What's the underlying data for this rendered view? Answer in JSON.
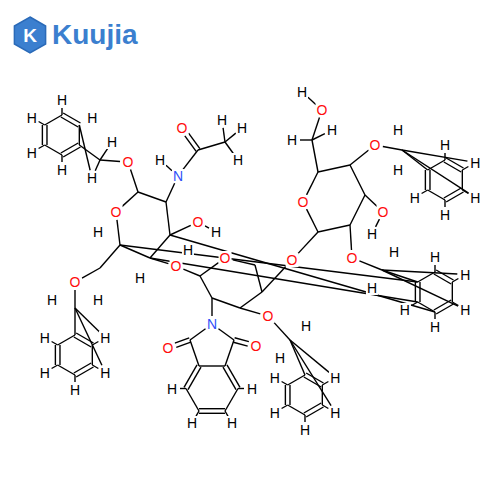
{
  "diagram": {
    "labels": [
      "K",
      "Kuujia",
      "H",
      "H",
      "H",
      "H",
      "H",
      "H",
      "H",
      "O",
      "O",
      "H",
      "H",
      "H",
      "N",
      "H",
      "O",
      "H",
      "H",
      "H",
      "O",
      "H",
      "O",
      "H",
      "H",
      "H",
      "H",
      "H",
      "H",
      "H",
      "O",
      "O",
      "N",
      "O",
      "O",
      "H",
      "H",
      "H",
      "H",
      "O",
      "H",
      "H",
      "H",
      "H",
      "H",
      "H",
      "H",
      "O",
      "O",
      "H",
      "H",
      "O",
      "H",
      "O",
      "H",
      "H",
      "H",
      "H",
      "H",
      "H",
      "H",
      "O",
      "H",
      "O",
      "H",
      "H",
      "H",
      "H",
      "H",
      "H",
      "H"
    ]
  }
}
